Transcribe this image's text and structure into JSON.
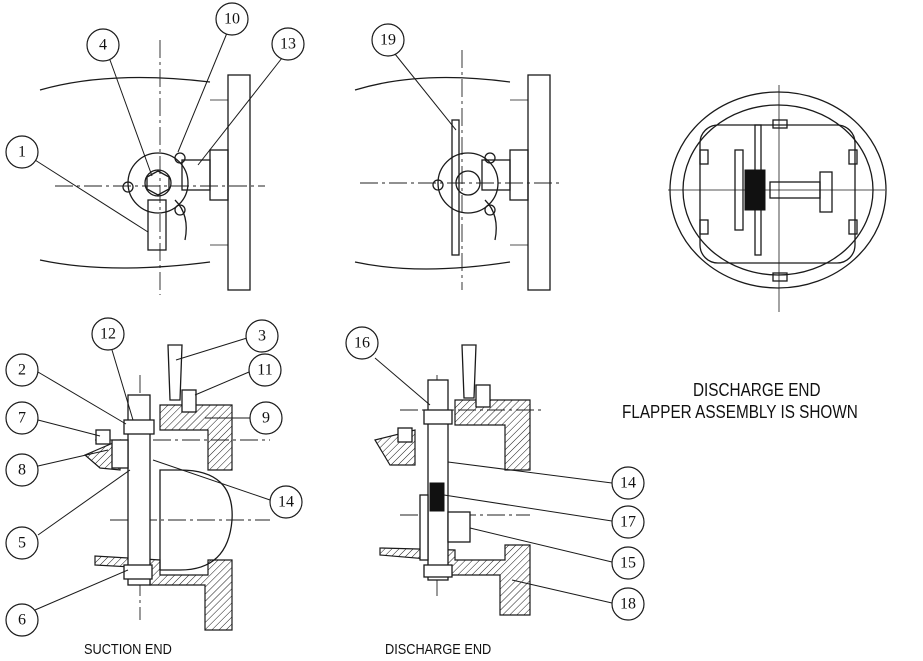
{
  "captions": {
    "suction_end": "SUCTION END",
    "discharge_end": "DISCHARGE END",
    "flapper_line1": "DISCHARGE END",
    "flapper_line2": "FLAPPER ASSEMBLY IS SHOWN"
  },
  "callouts": {
    "c1": "1",
    "c2": "2",
    "c3": "3",
    "c4": "4",
    "c5": "5",
    "c6": "6",
    "c7": "7",
    "c8": "8",
    "c9": "9",
    "c10": "10",
    "c11": "11",
    "c12": "12",
    "c13": "13",
    "c14a": "14",
    "c14b": "14",
    "c15": "15",
    "c16": "16",
    "c17": "17",
    "c18": "18",
    "c19": "19"
  },
  "colors": {
    "ink": "#111111",
    "paper": "#ffffff"
  }
}
